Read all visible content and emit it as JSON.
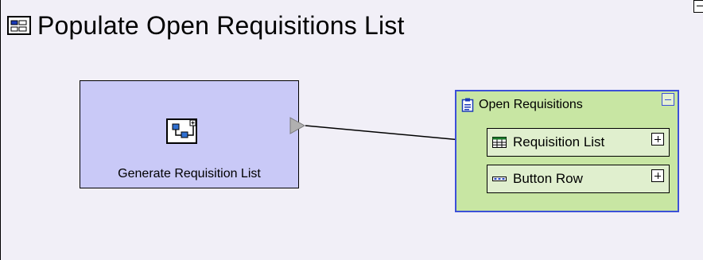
{
  "canvas": {
    "title": "Populate Open Requisitions List",
    "title_icon": "form-icon"
  },
  "task": {
    "label": "Generate Requisition List",
    "icon": "process-flow-icon",
    "fill_color": "#c9c9f7"
  },
  "group": {
    "title": "Open Requisitions",
    "icon": "clipboard-icon",
    "fill_color": "#c8e6a3",
    "border_color": "#3c50d8",
    "items": [
      {
        "label": "Requisition List",
        "icon": "table-grid-icon"
      },
      {
        "label": "Button Row",
        "icon": "button-row-icon"
      }
    ]
  }
}
